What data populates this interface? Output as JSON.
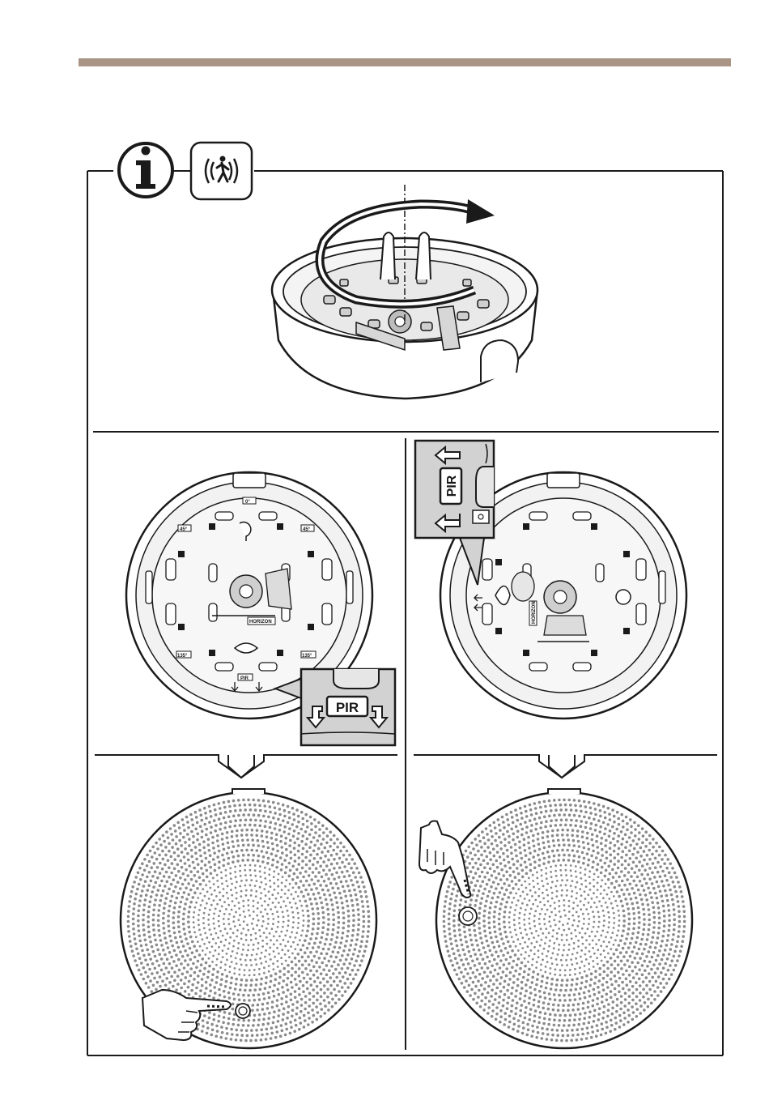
{
  "colors": {
    "top_rule": "#a99486",
    "ink": "#1a1a1a",
    "callout_fill": "#d2d2d2",
    "device_fill": "#ffffff",
    "plate_fill": "#efefef"
  },
  "icons": {
    "info": "info-icon",
    "motion_sensor": "motion-sensor-icon"
  },
  "labels": {
    "pir_callout_left": "PIR",
    "pir_callout_right": "PIR",
    "pir_plate_left": "PIR",
    "angle_top": "0°",
    "angle_top_left": "45°",
    "angle_top_right": "45°",
    "angle_bottom_left": "135°",
    "angle_bottom_right": "135°",
    "horizon_left": "HORIZON",
    "horizon_right": "HORIZON"
  }
}
